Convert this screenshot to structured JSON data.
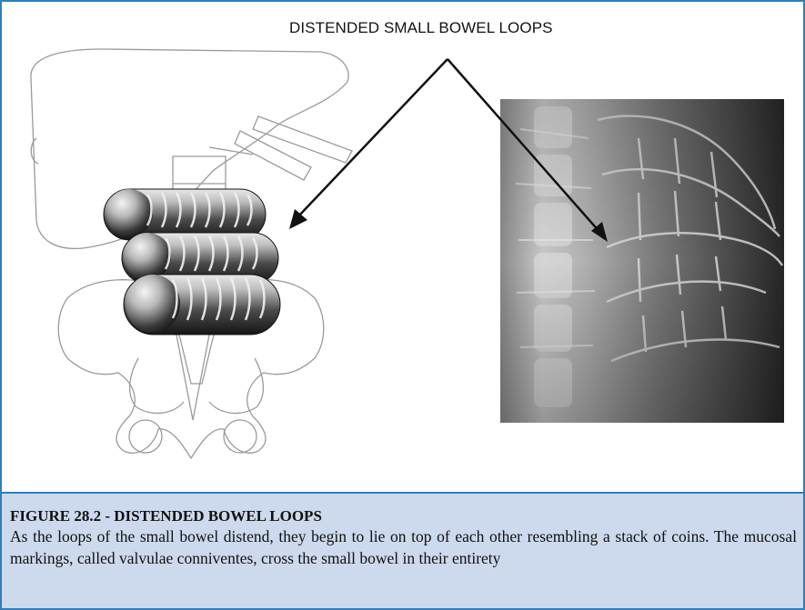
{
  "figure": {
    "callout_label": "DISTENDED SMALL BOWEL LOOPS",
    "diagram_name": "abdomen-schematic",
    "radiograph_name": "abdominal-xray"
  },
  "caption": {
    "title": "FIGURE 28.2 - DISTENDED BOWEL LOOPS",
    "text": "As the loops of the small bowel distend, they begin to lie on top of each other resembling a stack of coins. The mucosal markings, called valvulae conniventes, cross the small bowel in their entirety"
  },
  "colors": {
    "border": "#2f7fb8",
    "caption_bg": "#cdd9ec"
  }
}
